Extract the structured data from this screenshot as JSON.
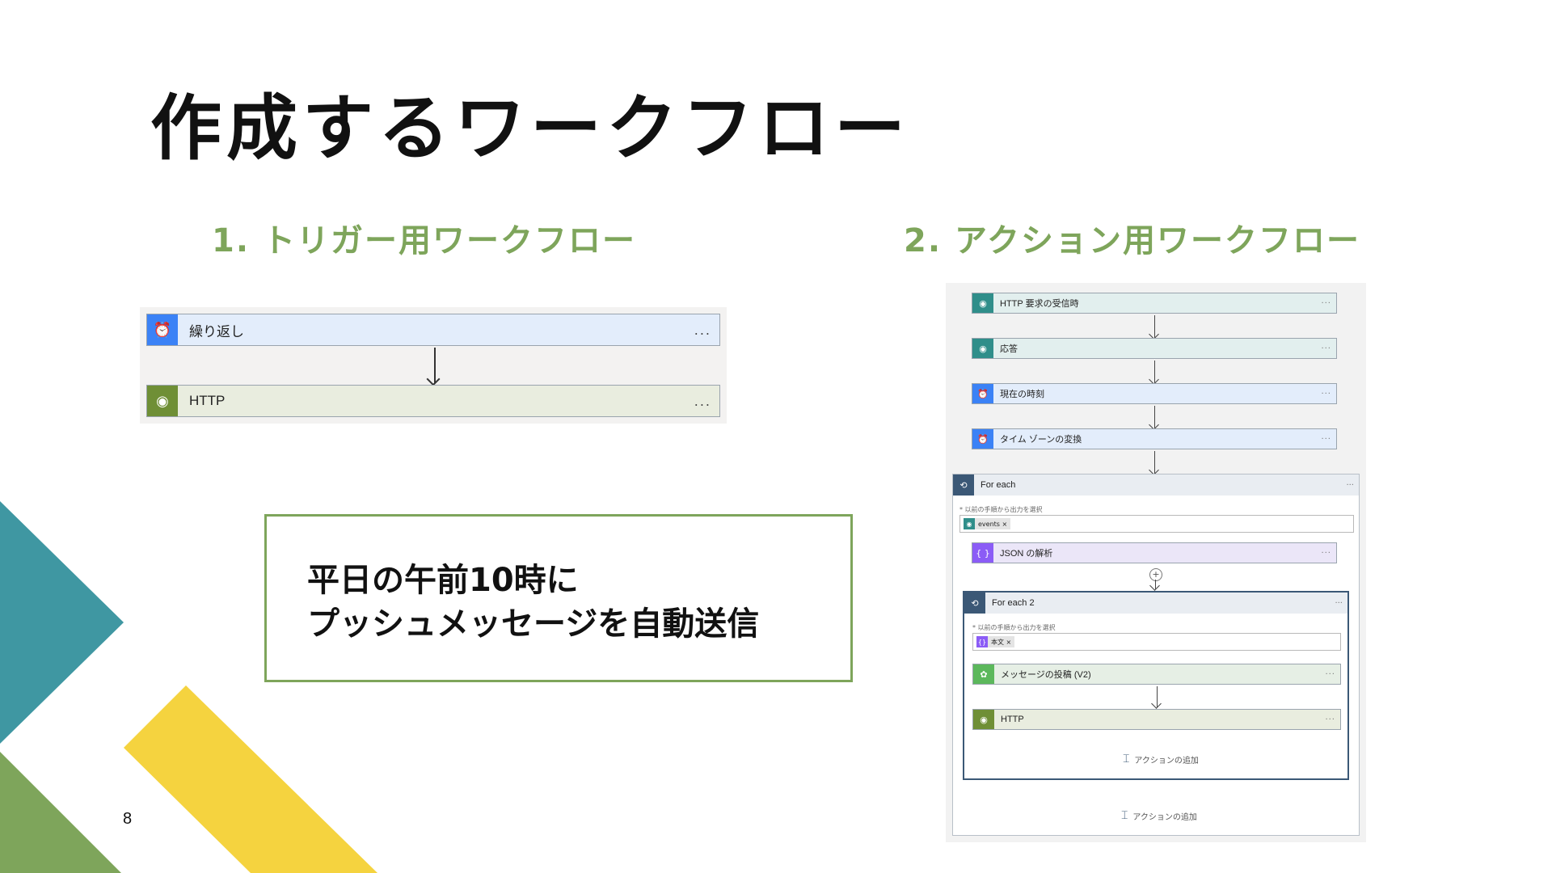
{
  "title": "作成するワークフロー",
  "subtitle1": "1. トリガー用ワークフロー",
  "subtitle2": "2. アクション用ワークフロー",
  "colors": {
    "accent_green": "#7ea55b",
    "teal": "#3f97a2",
    "yellow": "#f5d33f",
    "dark_green": "#7ea55b"
  },
  "flow1": {
    "steps": [
      {
        "label": "繰り返し",
        "icon": "alarm-clock-icon",
        "color": "#3b82f6",
        "bg": "#e3edfb",
        "more": "..."
      },
      {
        "label": "HTTP",
        "icon": "globe-icon",
        "color": "#6f8f36",
        "bg": "#e9eddf",
        "more": "..."
      }
    ]
  },
  "message": {
    "line1": "平日の午前10時に",
    "line2": "プッシュメッセージを自動送信"
  },
  "flow2": {
    "steps": [
      {
        "label": "HTTP 要求の受信時",
        "icon": "globe-icon",
        "color": "#2f8e8a",
        "bg": "#e2efee",
        "more": "···"
      },
      {
        "label": "応答",
        "icon": "globe-icon",
        "color": "#2f8e8a",
        "bg": "#e2efee",
        "more": "···"
      },
      {
        "label": "現在の時刻",
        "icon": "alarm-clock-icon",
        "color": "#3b82f6",
        "bg": "#e3edfb",
        "more": "···"
      },
      {
        "label": "タイム ゾーンの変換",
        "icon": "alarm-clock-icon",
        "color": "#3b82f6",
        "bg": "#e3edfb",
        "more": "···"
      }
    ],
    "foreach1": {
      "label": "For each",
      "note": "* 以前の手順から出力を選択",
      "token": "events",
      "step": {
        "label": "JSON の解析",
        "icon": "json-icon",
        "color": "#8b5cf6",
        "bg": "#ebe6f8",
        "more": "···"
      },
      "add_action": "アクションの追加"
    },
    "foreach2": {
      "label": "For each 2",
      "note": "* 以前の手順から出力を選択",
      "token": "本文",
      "steps": [
        {
          "label": "メッセージの投稿 (V2)",
          "icon": "teams-icon",
          "color": "#5cb85c",
          "bg": "#e6efe5",
          "more": "···"
        },
        {
          "label": "HTTP",
          "icon": "globe-icon",
          "color": "#6f8f36",
          "bg": "#e9eddf",
          "more": "···"
        }
      ],
      "add_action": "アクションの追加"
    }
  },
  "page_number": "8"
}
